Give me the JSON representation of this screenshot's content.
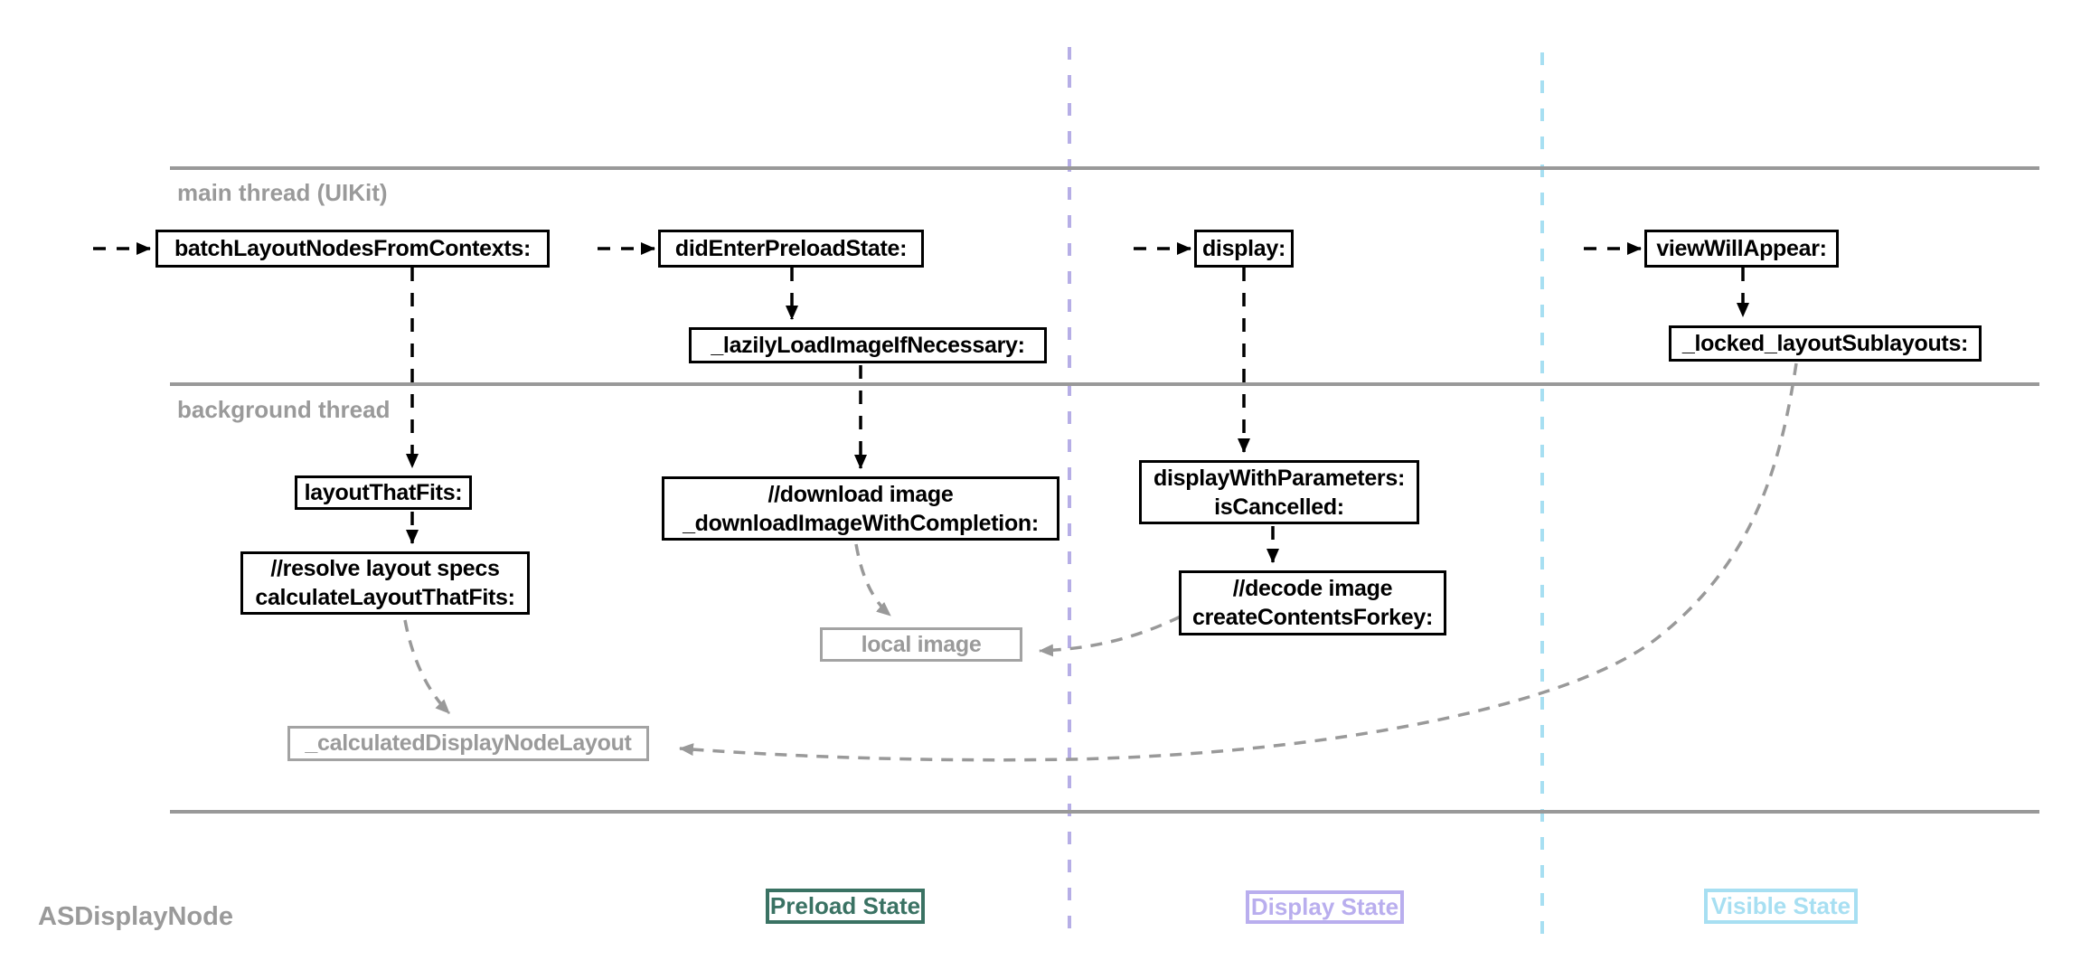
{
  "threads": {
    "main_label": "main thread (UIKit)",
    "background_label": "background thread"
  },
  "entity_label": "ASDisplayNode",
  "nodes": {
    "batch_layout": {
      "label": "batchLayoutNodesFromContexts:"
    },
    "did_enter_preload": {
      "label": "didEnterPreloadState:"
    },
    "display": {
      "label": "display:"
    },
    "view_will_appear": {
      "label": "viewWillAppear:"
    },
    "lazily_load_image": {
      "label": "_lazilyLoadImageIfNecessary:"
    },
    "locked_layout_sublayouts": {
      "label": "_locked_layoutSublayouts:"
    },
    "layout_that_fits": {
      "label": "layoutThatFits:"
    },
    "resolve_layout": {
      "line1": "//resolve layout specs",
      "line2": "calculateLayoutThatFits:"
    },
    "download_image": {
      "line1": "//download image",
      "line2": "_downloadImageWithCompletion:"
    },
    "display_with_parameters": {
      "line1": "displayWithParameters:",
      "line2": "isCancelled:"
    },
    "decode_image": {
      "line1": "//decode image",
      "line2": "createContentsForkey:"
    },
    "local_image": {
      "label": "local image"
    },
    "calculated_layout": {
      "label": "_calculatedDisplayNodeLayout"
    }
  },
  "states": {
    "preload": {
      "label": "Preload State",
      "color": "#3a7263"
    },
    "display": {
      "label": "Display State",
      "color": "#b9aeee"
    },
    "visible": {
      "label": "Visible State",
      "color": "#a7dff2"
    }
  },
  "colors": {
    "thread_line": "#999999",
    "muted_text": "#9a9a9a",
    "node_border": "#000000",
    "connector_gray": "#999999",
    "divider_display_state": "#b6aee6",
    "divider_visible_state": "#a7dff2"
  }
}
